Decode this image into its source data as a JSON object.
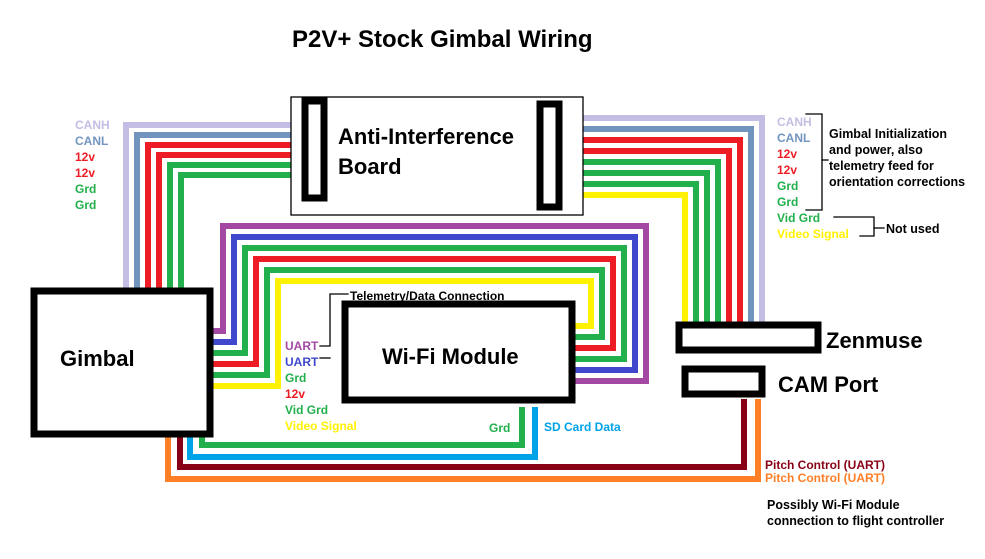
{
  "title": "P2V+ Stock Gimbal Wiring",
  "colors": {
    "CANH": "#c4bde4",
    "CANL": "#7295c0",
    "12v": "#ee1c24",
    "Grd": "#22b04c",
    "Video Signal": "#fff200",
    "UART_a": "#a349a4",
    "UART_b": "#3f48cc",
    "SD Card Data": "#00a2e8",
    "Pitch_dark": "#880015",
    "Pitch_orange": "#ff7f27",
    "outline": "#000000"
  },
  "components": {
    "anti_interference": "Anti-Interference Board",
    "anti_interference_l1": "Anti-Interference",
    "anti_interference_l2": "Board",
    "gimbal": "Gimbal",
    "wifi": "Wi-Fi Module",
    "zenmuse": "Zenmuse",
    "cam_port": "CAM Port"
  },
  "left_bundle_labels": [
    {
      "text": "CANH",
      "color": "#c4bde4"
    },
    {
      "text": "CANL",
      "color": "#7295c0"
    },
    {
      "text": "12v",
      "color": "#ee1c24"
    },
    {
      "text": "12v",
      "color": "#ee1c24"
    },
    {
      "text": "Grd",
      "color": "#22b04c"
    },
    {
      "text": "Grd",
      "color": "#22b04c"
    }
  ],
  "right_bundle_labels": [
    {
      "text": "CANH",
      "color": "#c4bde4"
    },
    {
      "text": "CANL",
      "color": "#7295c0"
    },
    {
      "text": "12v",
      "color": "#ee1c24"
    },
    {
      "text": "12v",
      "color": "#ee1c24"
    },
    {
      "text": "Grd",
      "color": "#22b04c"
    },
    {
      "text": "Grd",
      "color": "#22b04c"
    },
    {
      "text": "Vid Grd",
      "color": "#22b04c"
    },
    {
      "text": "Video Signal",
      "color": "#fff200"
    }
  ],
  "wifi_bundle_labels": [
    {
      "text": "UART",
      "color": "#a349a4"
    },
    {
      "text": "UART",
      "color": "#3f48cc"
    },
    {
      "text": "Grd",
      "color": "#22b04c"
    },
    {
      "text": "12v",
      "color": "#ee1c24"
    },
    {
      "text": "Vid Grd",
      "color": "#22b04c"
    },
    {
      "text": "Video Signal",
      "color": "#fff200"
    }
  ],
  "annotations": {
    "gimbal_init": [
      "Gimbal Initialization",
      "and power, also",
      "telemetry feed for",
      "orientation corrections"
    ],
    "not_used": "Not used",
    "telemetry": "Telemetry/Data Connection",
    "bottom_grd": "Grd",
    "sd_card": "SD Card Data",
    "pitch_1": "Pitch Control (UART)",
    "pitch_2": "Pitch Control (UART)",
    "possibly": [
      "Possibly Wi-Fi Module",
      "connection to flight controller"
    ]
  },
  "connections": [
    {
      "from": "Gimbal",
      "to": "Anti-Interference Board",
      "wires": [
        "CANH",
        "CANL",
        "12v",
        "12v",
        "Grd",
        "Grd"
      ]
    },
    {
      "from": "Anti-Interference Board",
      "to": "Zenmuse",
      "wires": [
        "CANH",
        "CANL",
        "12v",
        "12v",
        "Grd",
        "Grd",
        "Vid Grd",
        "Video Signal"
      ]
    },
    {
      "from": "Gimbal",
      "to": "Wi-Fi Module",
      "wires": [
        "UART",
        "UART",
        "Grd",
        "12v",
        "Vid Grd",
        "Video Signal"
      ]
    },
    {
      "from": "Gimbal",
      "to": "Wi-Fi Module",
      "wires": [
        "Grd",
        "SD Card Data"
      ]
    },
    {
      "from": "Gimbal",
      "to": "CAM Port",
      "wires": [
        "Pitch Control (UART)",
        "Pitch Control (UART)"
      ]
    }
  ]
}
